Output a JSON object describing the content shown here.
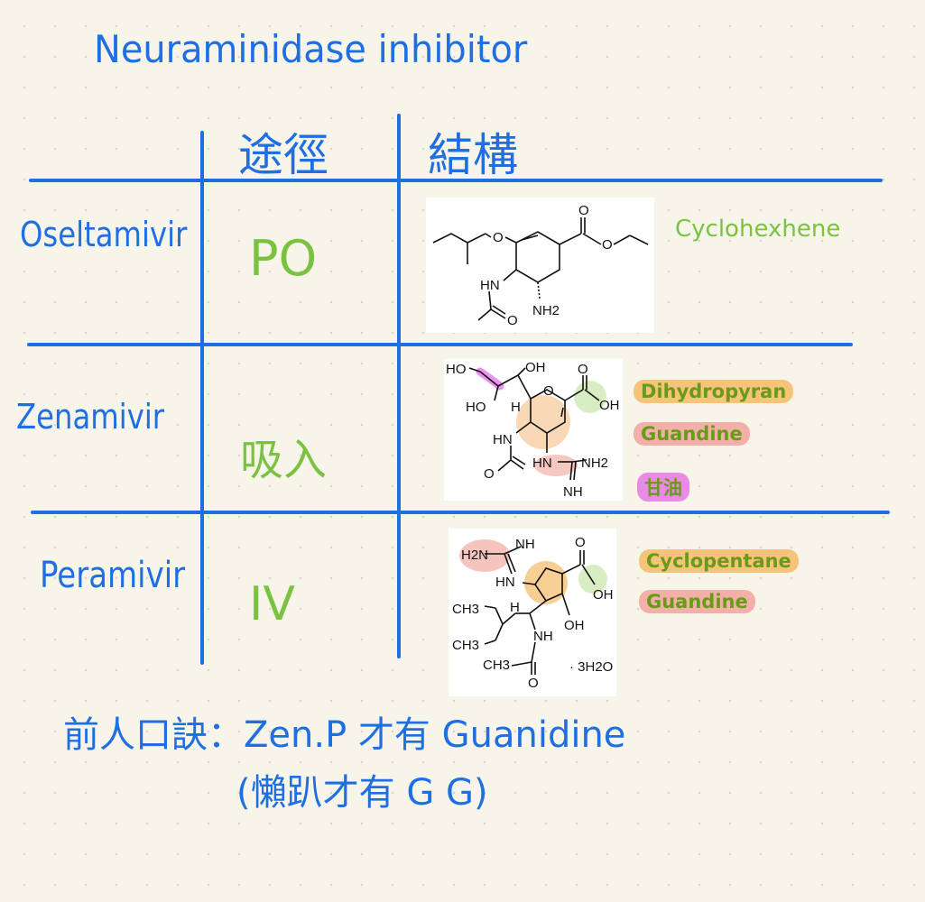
{
  "title": "Neuraminidase inhibitor",
  "headers": {
    "route": "途徑",
    "structure": "結構"
  },
  "rows": [
    {
      "drug": "Oseltamivir",
      "route": "PO",
      "features": [
        {
          "text": "Cyclohexhene",
          "highlight": ""
        }
      ]
    },
    {
      "drug": "Zenamivir",
      "route": "吸入",
      "features": [
        {
          "text": "Dihydropyran",
          "highlight": "#f5c37a"
        },
        {
          "text": "Guandine",
          "highlight": "#f2b0a8"
        },
        {
          "text": "甘油",
          "highlight": "#e98ae6"
        }
      ]
    },
    {
      "drug": "Peramivir",
      "route": "IV",
      "features": [
        {
          "text": "Cyclopentane",
          "highlight": "#f5c37a"
        },
        {
          "text": "Guandine",
          "highlight": "#f2b0a8"
        }
      ]
    }
  ],
  "structure_labels": {
    "oseltamivir": {
      "o": "O",
      "o_carbonyl": "O",
      "o_ester": "O",
      "hn": "HN",
      "nh2": "NH2",
      "o_amide": "O"
    },
    "zanamivir": {
      "ho1": "HO",
      "oh1": "OH",
      "ho2": "HO",
      "h": "H",
      "o_ring": "O",
      "oh_acid": "OH",
      "o_acid": "O",
      "hn": "HN",
      "hn2": "HN",
      "nh2": "NH2",
      "nh": "NH",
      "o_amide": "O"
    },
    "peramivir": {
      "h2n": "H2N",
      "nh": "NH",
      "hn": "HN",
      "h": "H",
      "ch3a": "CH3",
      "ch3b": "CH3",
      "ch3c": "CH3",
      "nh_amide": "NH",
      "oh": "OH",
      "oh_acid": "OH",
      "o_acid": "O",
      "o_amide": "O",
      "water": "· 3H2O"
    }
  },
  "mnemonic": {
    "line1": "前人口訣：Zen.P 才有 Guanidine",
    "line2": "(懶趴才有 G G)"
  }
}
